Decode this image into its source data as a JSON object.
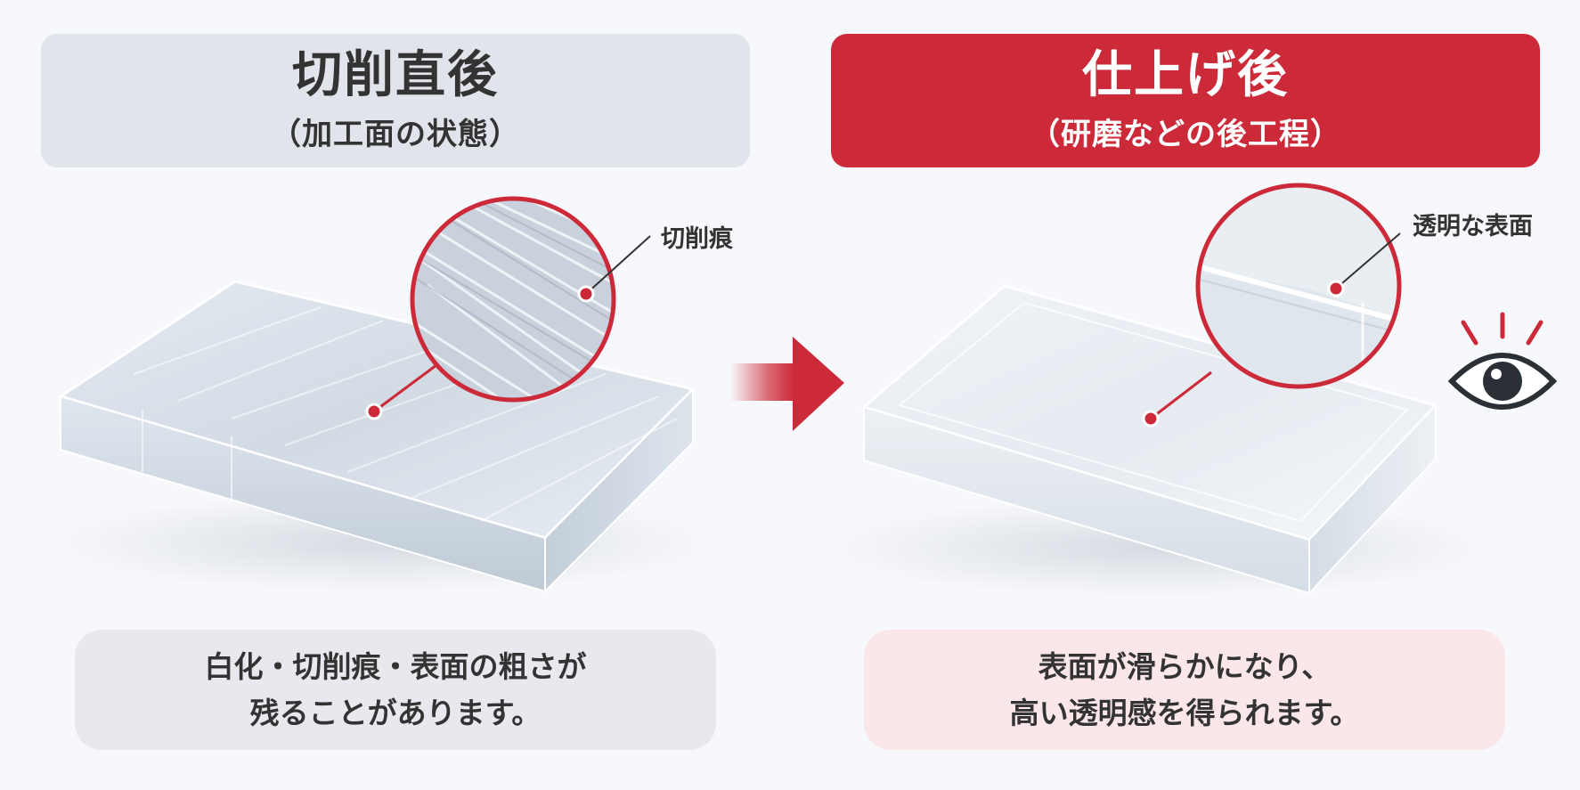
{
  "before": {
    "title": "切削直後",
    "subtitle": "（加工面の状態）",
    "callout": "切削痕",
    "caption_line1": "白化・切削痕・表面の粗さが",
    "caption_line2": "残ることがあります。"
  },
  "after": {
    "title": "仕上げ後",
    "subtitle": "（研磨などの後工程）",
    "callout": "透明な表面",
    "caption_line1": "表面が滑らかになり、",
    "caption_line2": "高い透明感を得られます。"
  },
  "colors": {
    "accent": "#cd2a39",
    "header_gray": "#e1e4ea",
    "caption_gray": "#e7e9ee",
    "caption_pink": "#fbe7ea"
  },
  "icons": [
    "arrow-right-icon",
    "eye-icon"
  ]
}
